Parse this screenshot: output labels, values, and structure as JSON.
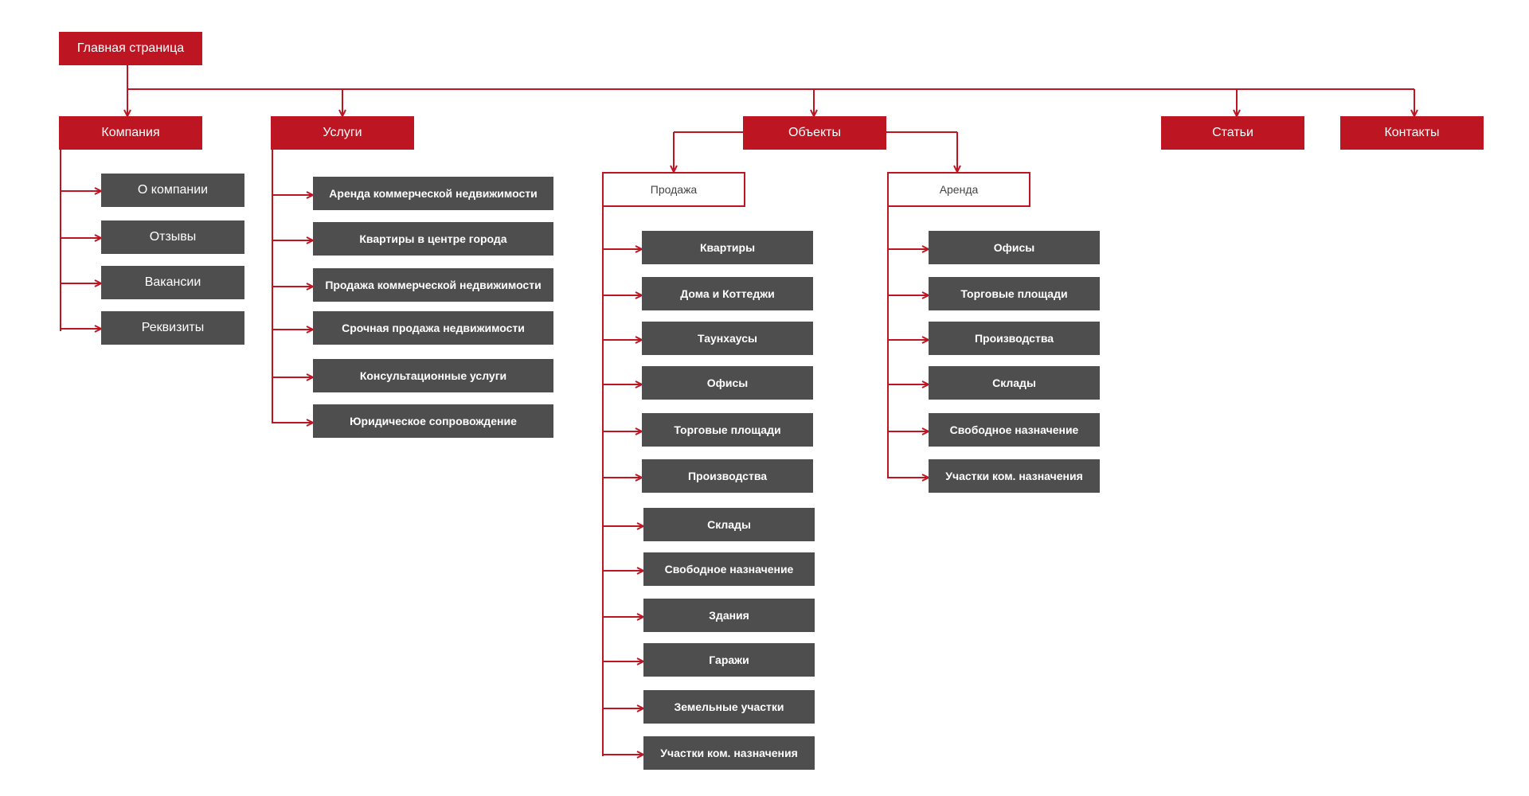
{
  "colors": {
    "accent": "#bd1622",
    "node_gray": "#4e4e4e",
    "text_light": "#ffffff",
    "text_dark": "#444444"
  },
  "home": {
    "label": "Главная страница"
  },
  "sections": {
    "company": {
      "label": "Компания",
      "items": [
        "О компании",
        "Отзывы",
        "Вакансии",
        "Реквизиты"
      ]
    },
    "services": {
      "label": "Услуги",
      "items": [
        "Аренда коммерческой недвижимости",
        "Квартиры в центре города",
        "Продажа коммерческой недвижимости",
        "Срочная продажа недвижимости",
        "Консультационные услуги",
        "Юридическое сопровождение"
      ]
    },
    "objects": {
      "label": "Объекты",
      "sale": {
        "label": "Продажа",
        "items": [
          "Квартиры",
          "Дома и Коттеджи",
          "Таунхаусы",
          "Офисы",
          "Торговые площади",
          "Производства",
          "Склады",
          "Свободное назначение",
          "Здания",
          "Гаражи",
          "Земельные участки",
          "Участки ком. назначения"
        ]
      },
      "rent": {
        "label": "Аренда",
        "items": [
          "Офисы",
          "Торговые площади",
          "Производства",
          "Склады",
          "Свободное назначение",
          "Участки ком. назначения"
        ]
      }
    },
    "articles": {
      "label": "Статьи"
    },
    "contacts": {
      "label": "Контакты"
    }
  }
}
